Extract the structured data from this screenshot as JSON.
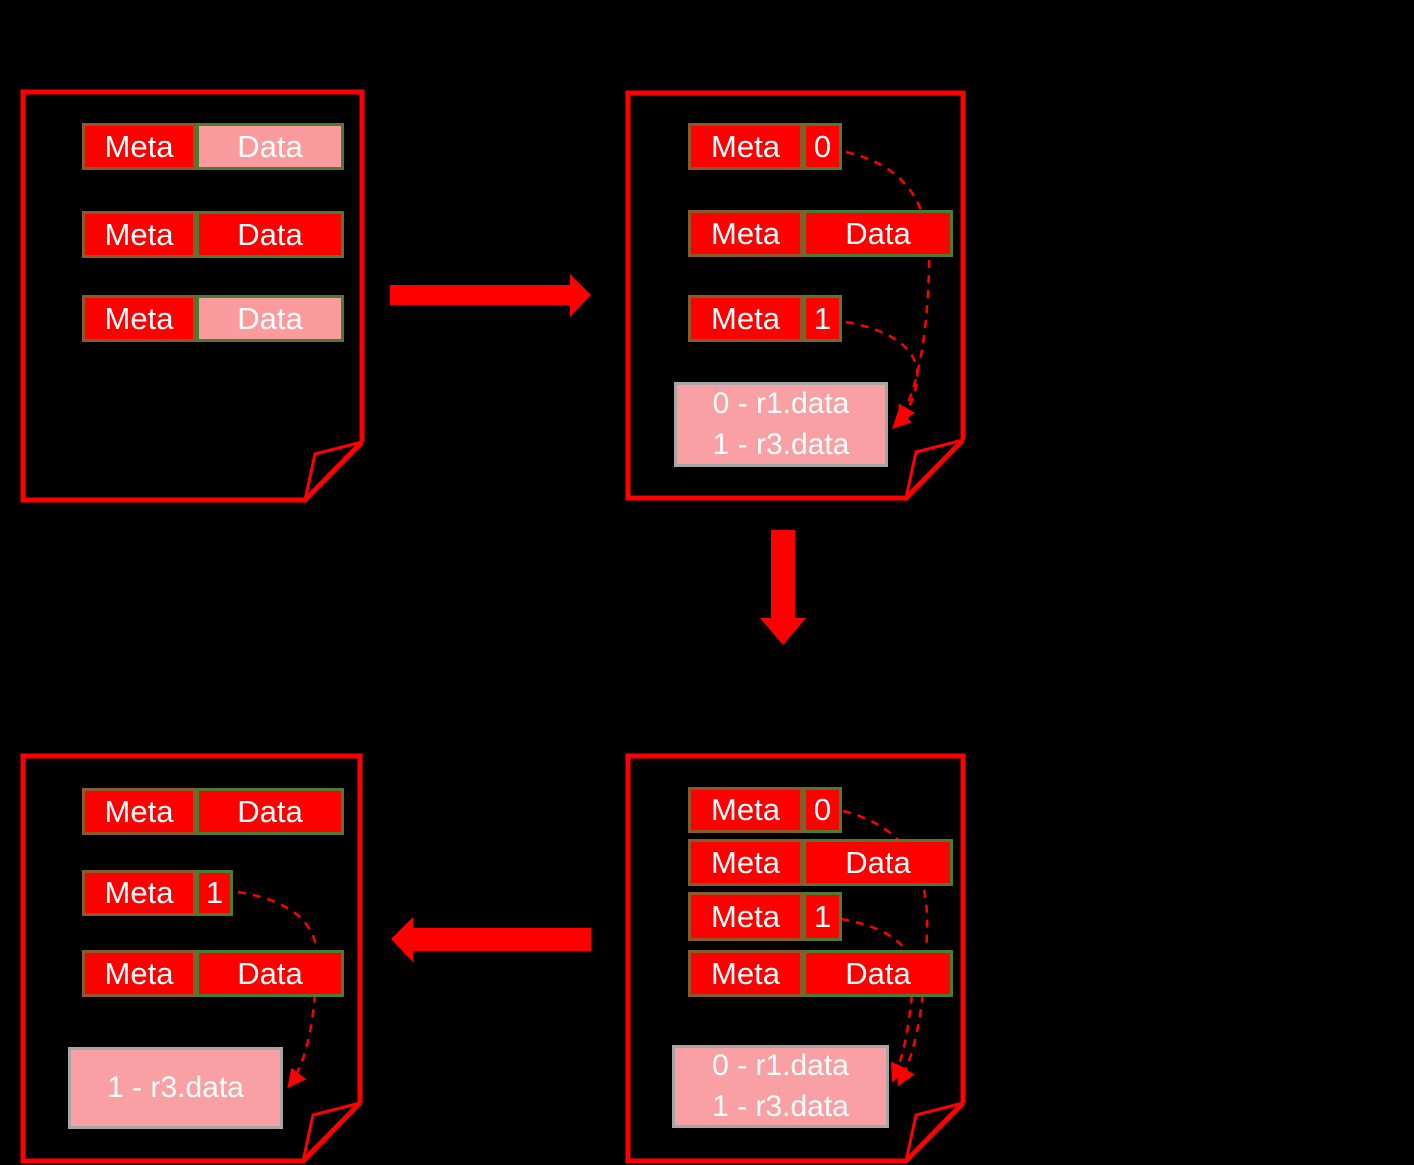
{
  "colors": {
    "background": "#000000",
    "accent_red": "#FE0000",
    "pink_cell_fill": "#FC9B9D",
    "lookup_box_fill": "#F9A0A4",
    "meta_cell_border": "#8B5A2B",
    "value_cell_border": "#4E7B2F",
    "lookup_box_border": "#A6A6A6",
    "text": "#FFFFFF"
  },
  "pages": {
    "top_left": {
      "rows": [
        {
          "meta": "Meta",
          "value": "Data"
        },
        {
          "meta": "Meta",
          "value": "Data"
        },
        {
          "meta": "Meta",
          "value": "Data"
        }
      ]
    },
    "top_right": {
      "rows": [
        {
          "meta": "Meta",
          "value": "0"
        },
        {
          "meta": "Meta",
          "value": "Data"
        },
        {
          "meta": "Meta",
          "value": "1"
        }
      ],
      "box": {
        "lines": [
          "0 - r1.data",
          "1 - r3.data"
        ]
      }
    },
    "bottom_left": {
      "rows": [
        {
          "meta": "Meta",
          "value": "Data"
        },
        {
          "meta": "Meta",
          "value": "1"
        },
        {
          "meta": "Meta",
          "value": "Data"
        }
      ],
      "box": {
        "lines": [
          "1 - r3.data"
        ]
      }
    },
    "bottom_right": {
      "rows": [
        {
          "meta": "Meta",
          "value": "0"
        },
        {
          "meta": "Meta",
          "value": "Data"
        },
        {
          "meta": "Meta",
          "value": "1"
        },
        {
          "meta": "Meta",
          "value": "Data"
        }
      ],
      "box": {
        "lines": [
          "0 - r1.data",
          "1 - r3.data"
        ]
      }
    }
  }
}
